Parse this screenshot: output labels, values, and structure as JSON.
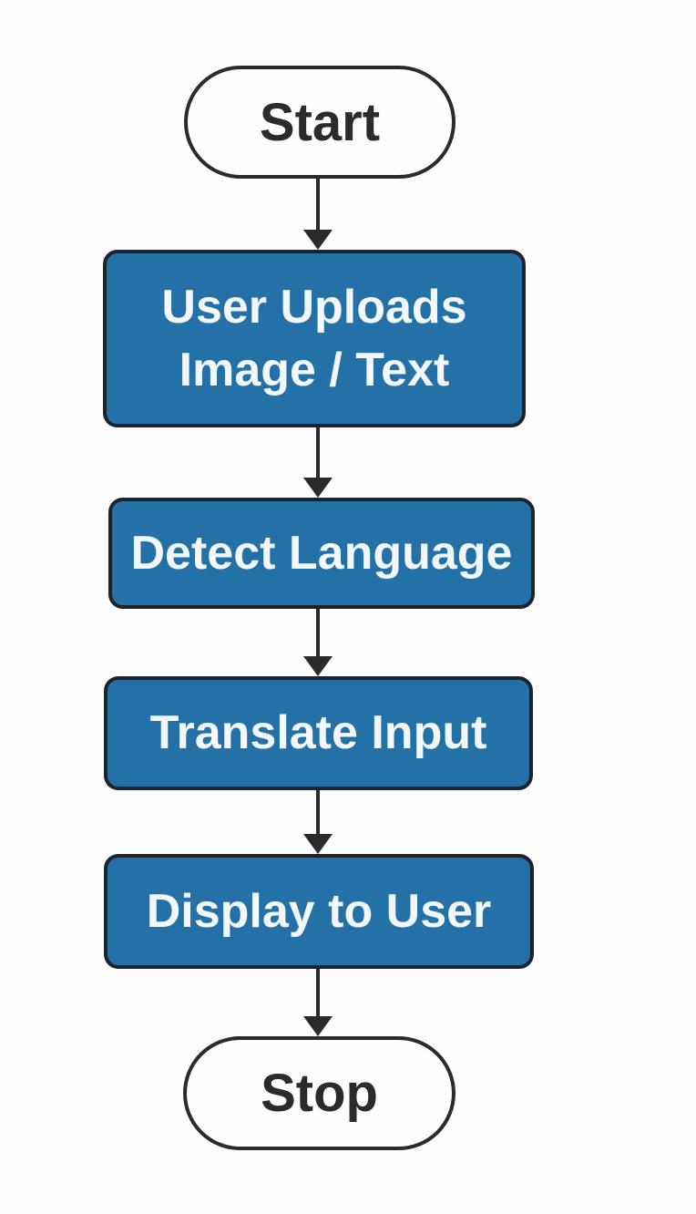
{
  "diagram": {
    "type": "flowchart",
    "orientation": "vertical",
    "colors": {
      "background": "#fdfdfd",
      "process_fill": "#2371a6",
      "process_border": "#1e232b",
      "process_text": "#f2f7fb",
      "terminator_fill": "#fefefe",
      "terminator_border": "#2b2b2b",
      "terminator_text": "#2b2b2b",
      "arrow": "#2b2b2b"
    },
    "nodes": [
      {
        "id": "start",
        "type": "terminator",
        "label": "Start"
      },
      {
        "id": "upload",
        "type": "process",
        "label": "User Uploads Image / Text"
      },
      {
        "id": "detect",
        "type": "process",
        "label": "Detect Language"
      },
      {
        "id": "translate",
        "type": "process",
        "label": "Translate Input"
      },
      {
        "id": "display",
        "type": "process",
        "label": "Display to User"
      },
      {
        "id": "stop",
        "type": "terminator",
        "label": "Stop"
      }
    ],
    "edges": [
      {
        "from": "start",
        "to": "upload"
      },
      {
        "from": "upload",
        "to": "detect"
      },
      {
        "from": "detect",
        "to": "translate"
      },
      {
        "from": "translate",
        "to": "display"
      },
      {
        "from": "display",
        "to": "stop"
      }
    ]
  }
}
